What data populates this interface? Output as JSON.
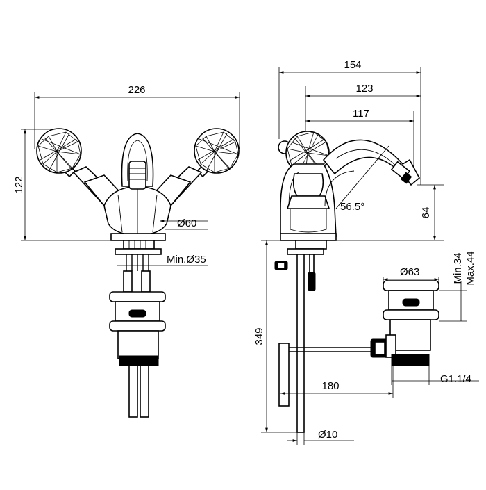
{
  "front_view": {
    "width_label": "226",
    "height_label": "122",
    "base_diameter_label": "Ø60",
    "hole_label": "Min.Ø35"
  },
  "side_view": {
    "overall_reach_label": "154",
    "reach_a_label": "123",
    "reach_b_label": "117",
    "angle_label": "56.5°",
    "spout_height_label": "64",
    "total_height_label": "349",
    "waste_diameter_label": "Ø63",
    "min_label": "Min.34",
    "max_label": "Max.44",
    "rod_length_label": "180",
    "thread_label": "G1.1/4",
    "rod_diameter_label": "Ø10"
  }
}
